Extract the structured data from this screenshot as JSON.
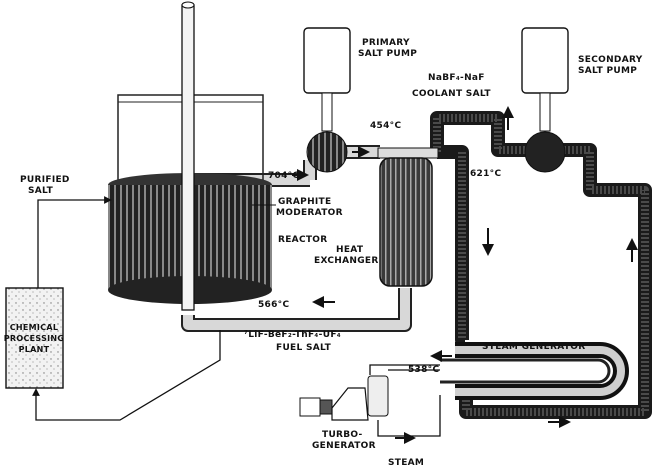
{
  "labels": {
    "primary_pump": [
      "PRIMARY",
      "SALT PUMP"
    ],
    "secondary_pump": [
      "SECONDARY",
      "SALT PUMP"
    ],
    "coolant_formula": "NaBF₄-NaF",
    "coolant_salt": "COOLANT SALT",
    "temp_454": "454°C",
    "temp_704": "704°C",
    "temp_621": "621°C",
    "temp_566": "566°C",
    "temp_538": "538°C",
    "purified_salt": [
      "PURIFIED",
      "SALT"
    ],
    "graphite_moderator": [
      "GRAPHITE",
      "MODERATOR"
    ],
    "reactor": "REACTOR",
    "heat_exchanger": [
      "HEAT",
      "EXCHANGER"
    ],
    "fuel_formula": "⁷LiF-BeF₂-ThF₄-UF₄",
    "fuel_salt": "FUEL SALT",
    "chemical_plant": [
      "CHEMICAL",
      "PROCESSING",
      "PLANT"
    ],
    "steam_generator": "STEAM GENERATOR",
    "turbo_generator": [
      "TURBO-",
      "GENERATOR"
    ],
    "steam": "STEAM"
  }
}
